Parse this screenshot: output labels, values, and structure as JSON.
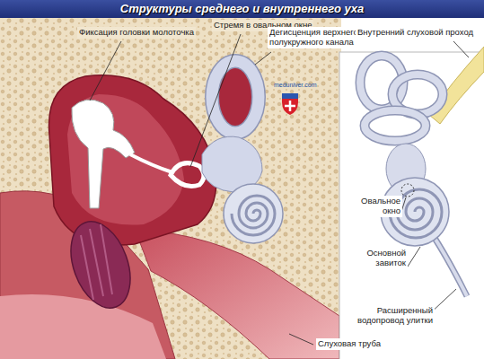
{
  "diagram": {
    "title": "Структуры среднего и внутреннего уха",
    "labels": [
      "Фиксация головки молоточка",
      "Стремя в овальном окне",
      "Дегисценция верхнего полукружного канала",
      "Внутренний слуховой проход",
      "Овальное окно",
      "Основной завиток",
      "Расширенный водопровод улитки",
      "Слуховая труба",
      "meduniver.com"
    ]
  }
}
